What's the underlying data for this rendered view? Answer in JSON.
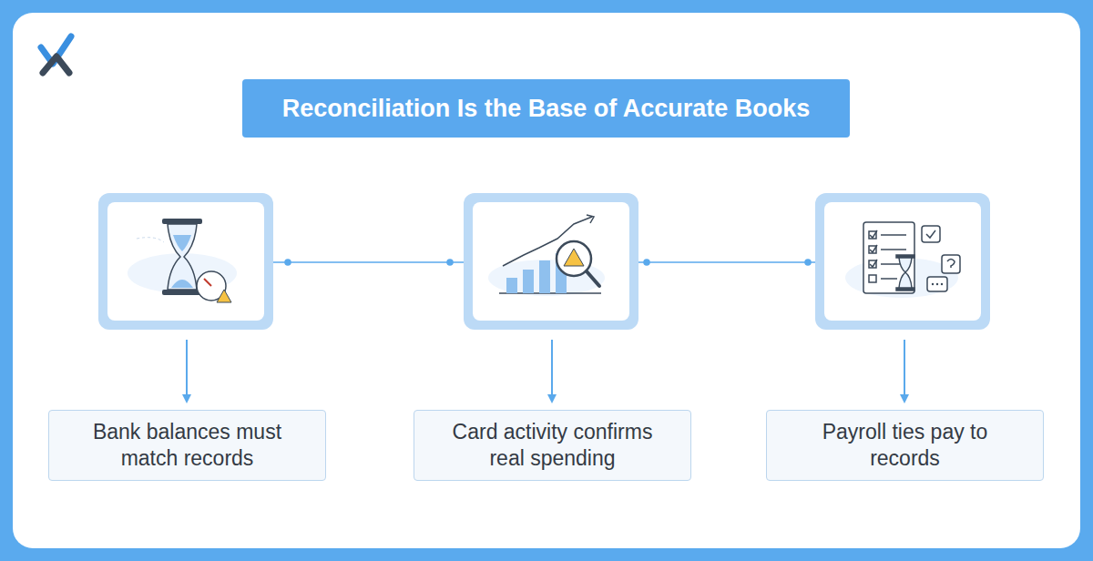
{
  "diagram": {
    "title": "Reconciliation Is the Base of Accurate Books",
    "nodes": [
      {
        "text": [
          "Bank balances must match records"
        ]
      },
      {
        "text": [
          "Card activity confirms real spending"
        ]
      },
      {
        "text": [
          "Payroll ties pay to records"
        ]
      }
    ]
  }
}
